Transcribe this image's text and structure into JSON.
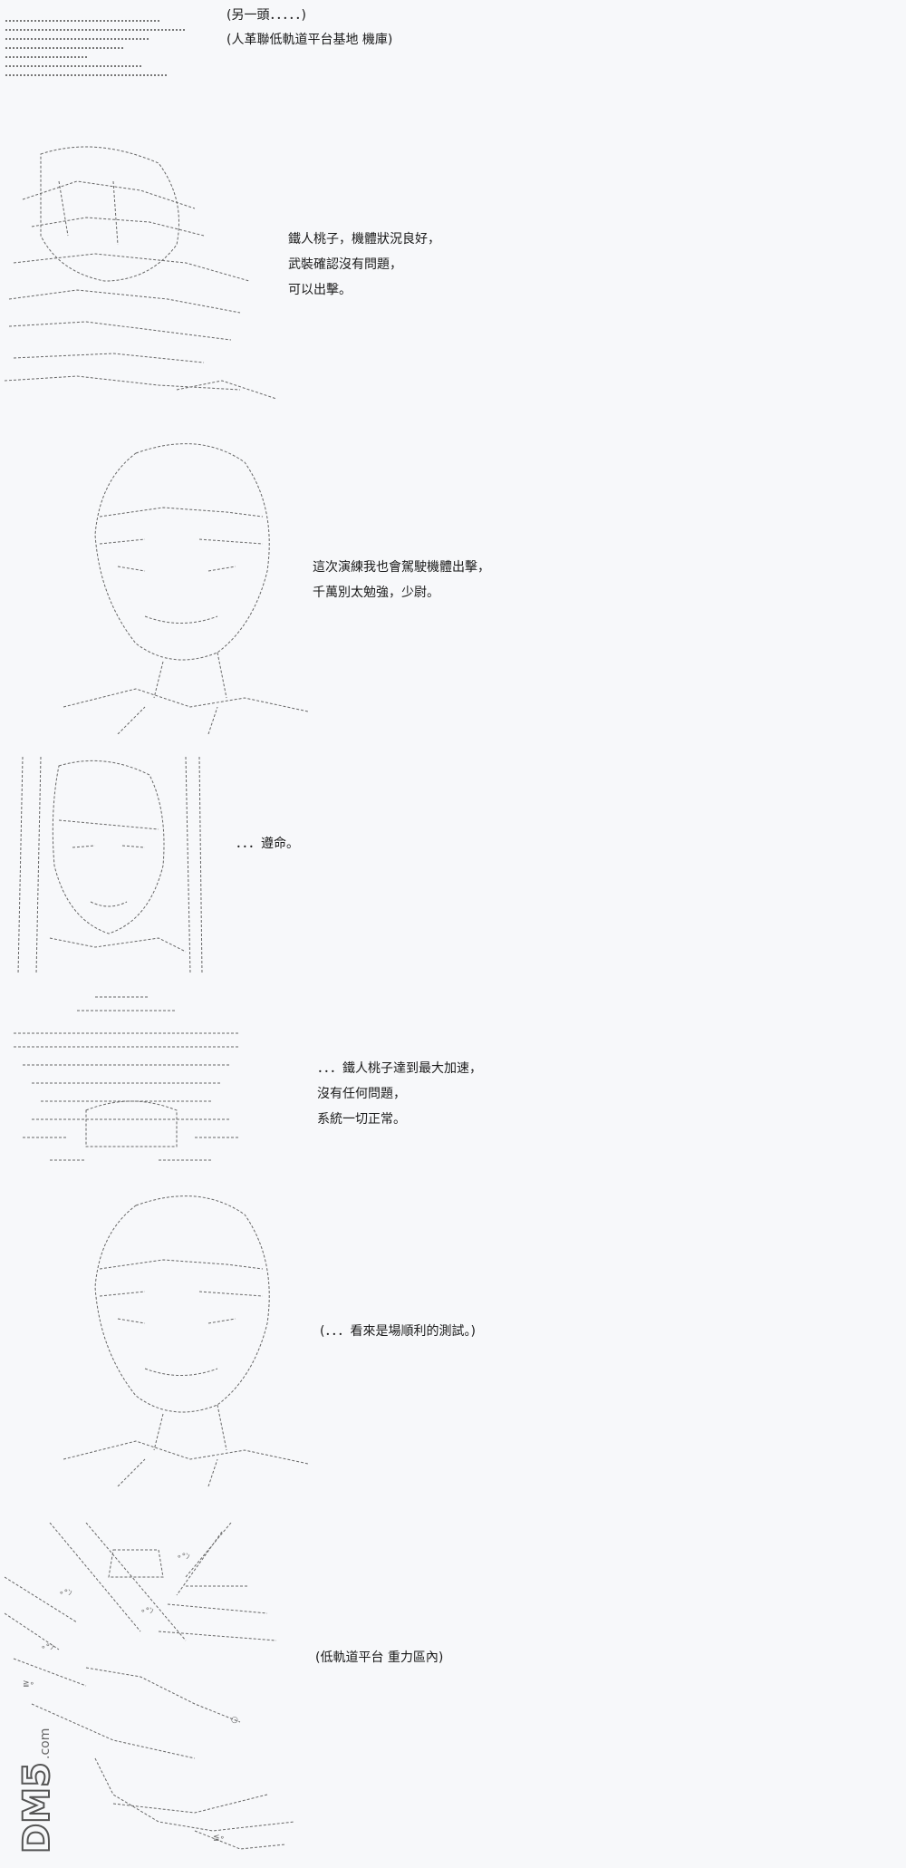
{
  "header": {
    "line1": "(另一頭．．．．．)",
    "line2": "(人革聯低軌道平台基地  機庫)"
  },
  "panels": [
    {
      "lines": [
        "鐵人桃子，機體狀況良好，",
        "武裝確認沒有問題，",
        "可以出擊。"
      ]
    },
    {
      "lines": [
        "這次演練我也會駕駛機體出擊，",
        "千萬別太勉強，少尉。"
      ]
    },
    {
      "lines": [
        "．．．遵命。"
      ]
    },
    {
      "lines": [
        "．．．鐵人桃子達到最大加速，",
        "沒有任何問題，",
        "系統一切正常。"
      ]
    },
    {
      "lines": [
        "(．．．看來是場順利的測試。)"
      ]
    },
    {
      "lines": [
        "(低軌道平台  重力區內)"
      ]
    }
  ],
  "watermark": {
    "text": "DM5",
    "suffix": ".com"
  },
  "colors": {
    "background": "#f7f8fa",
    "ink": "#1a1a1a",
    "art": "#555555"
  }
}
